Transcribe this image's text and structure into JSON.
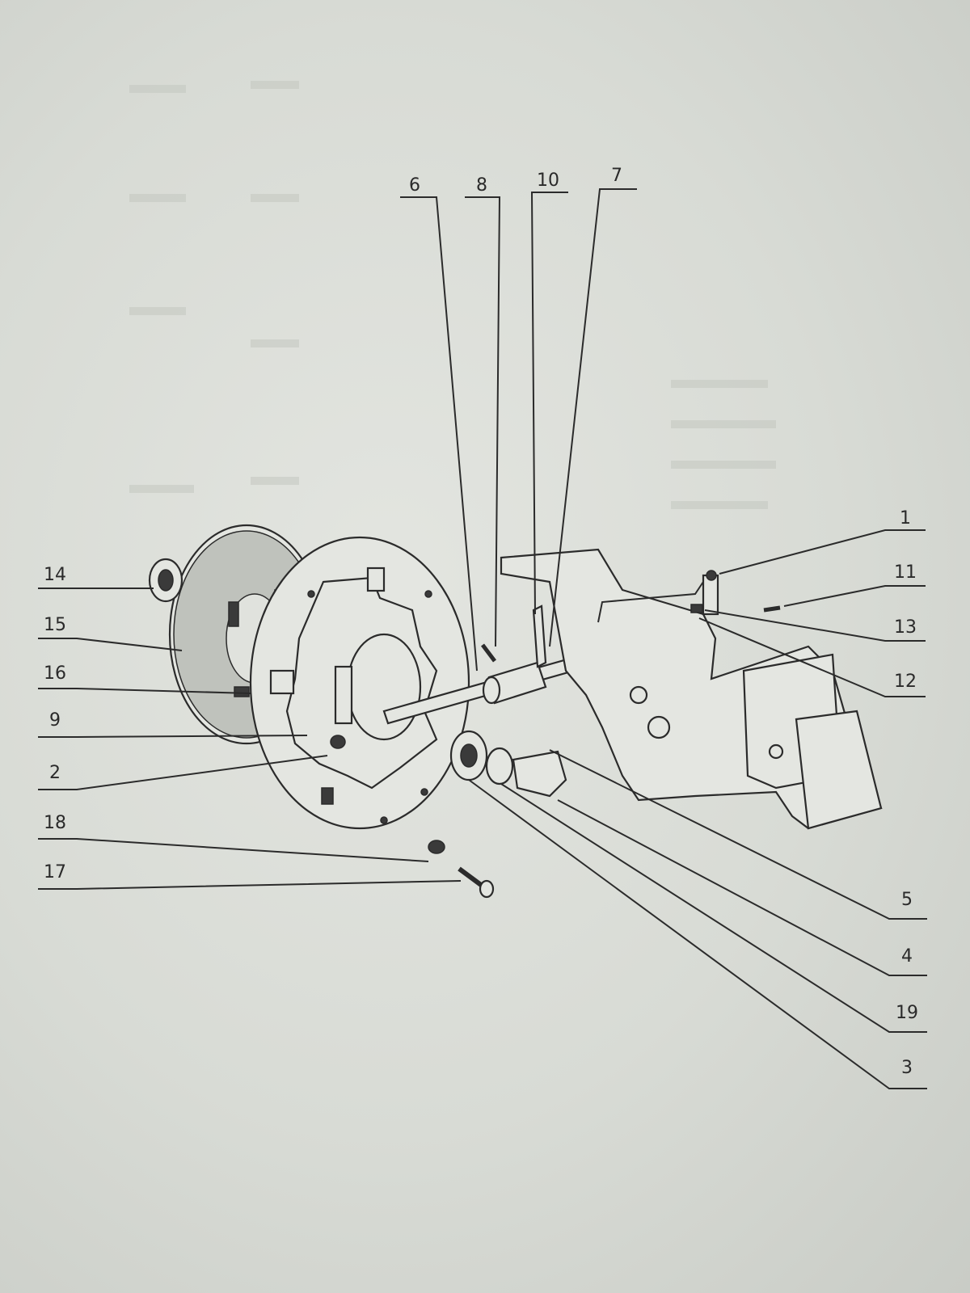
{
  "callouts": {
    "top": [
      "6",
      "8",
      "10",
      "7"
    ],
    "right": [
      "1",
      "11",
      "13",
      "12",
      "5",
      "4",
      "19",
      "3"
    ],
    "left": [
      "14",
      "15",
      "16",
      "9",
      "2",
      "18",
      "17"
    ]
  }
}
